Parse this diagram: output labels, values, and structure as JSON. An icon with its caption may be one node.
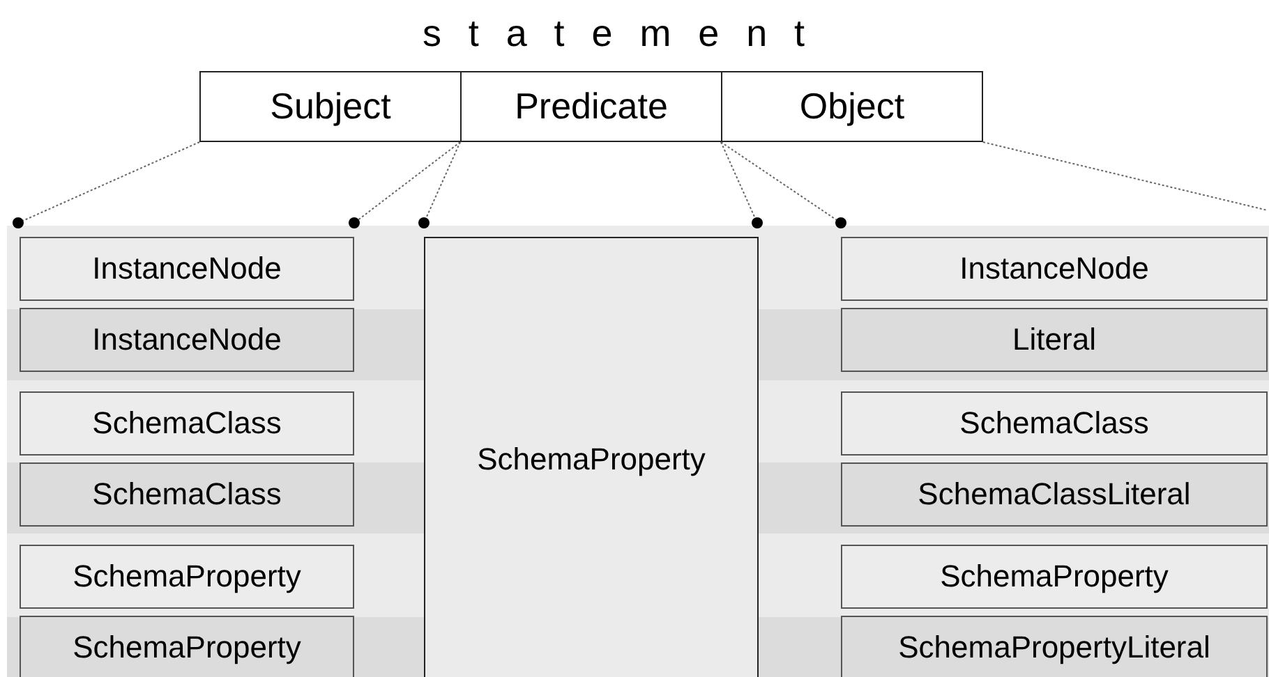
{
  "diagram": {
    "title": "statement",
    "nodes": [
      {
        "text": [
          "Subject"
        ]
      },
      {
        "text": [
          "Predicate"
        ]
      },
      {
        "text": [
          "Object"
        ]
      },
      {
        "text": [],
        "shape": "circle"
      },
      {
        "text": [],
        "shape": "circle"
      },
      {
        "text": [],
        "shape": "circle"
      },
      {
        "text": [],
        "shape": "circle"
      },
      {
        "text": [],
        "shape": "circle"
      },
      {
        "text": [
          "InstanceNode"
        ]
      },
      {
        "text": [
          "InstanceNode"
        ]
      },
      {
        "text": [
          "SchemaClass"
        ]
      },
      {
        "text": [
          "SchemaClass"
        ]
      },
      {
        "text": [
          "SchemaProperty"
        ]
      },
      {
        "text": [
          "SchemaProperty"
        ]
      },
      {
        "text": [
          "SchemaProperty"
        ]
      },
      {
        "text": [
          "InstanceNode"
        ]
      },
      {
        "text": [
          "Literal"
        ]
      },
      {
        "text": [
          "SchemaClass"
        ]
      },
      {
        "text": [
          "SchemaClassLiteral"
        ]
      },
      {
        "text": [
          "SchemaProperty"
        ]
      },
      {
        "text": [
          "SchemaPropertyLiteral"
        ]
      }
    ],
    "edges": [
      {
        "from": 0,
        "to": 3,
        "arrow": "none"
      },
      {
        "from": 1,
        "to": 4,
        "arrow": "none"
      },
      {
        "from": 1,
        "to": 5,
        "arrow": "none"
      },
      {
        "from": 2,
        "to": 6,
        "arrow": "none"
      },
      {
        "from": 2,
        "to": 7,
        "arrow": "none"
      },
      {
        "from": 2,
        "to": null,
        "arrow": "none"
      }
    ]
  }
}
